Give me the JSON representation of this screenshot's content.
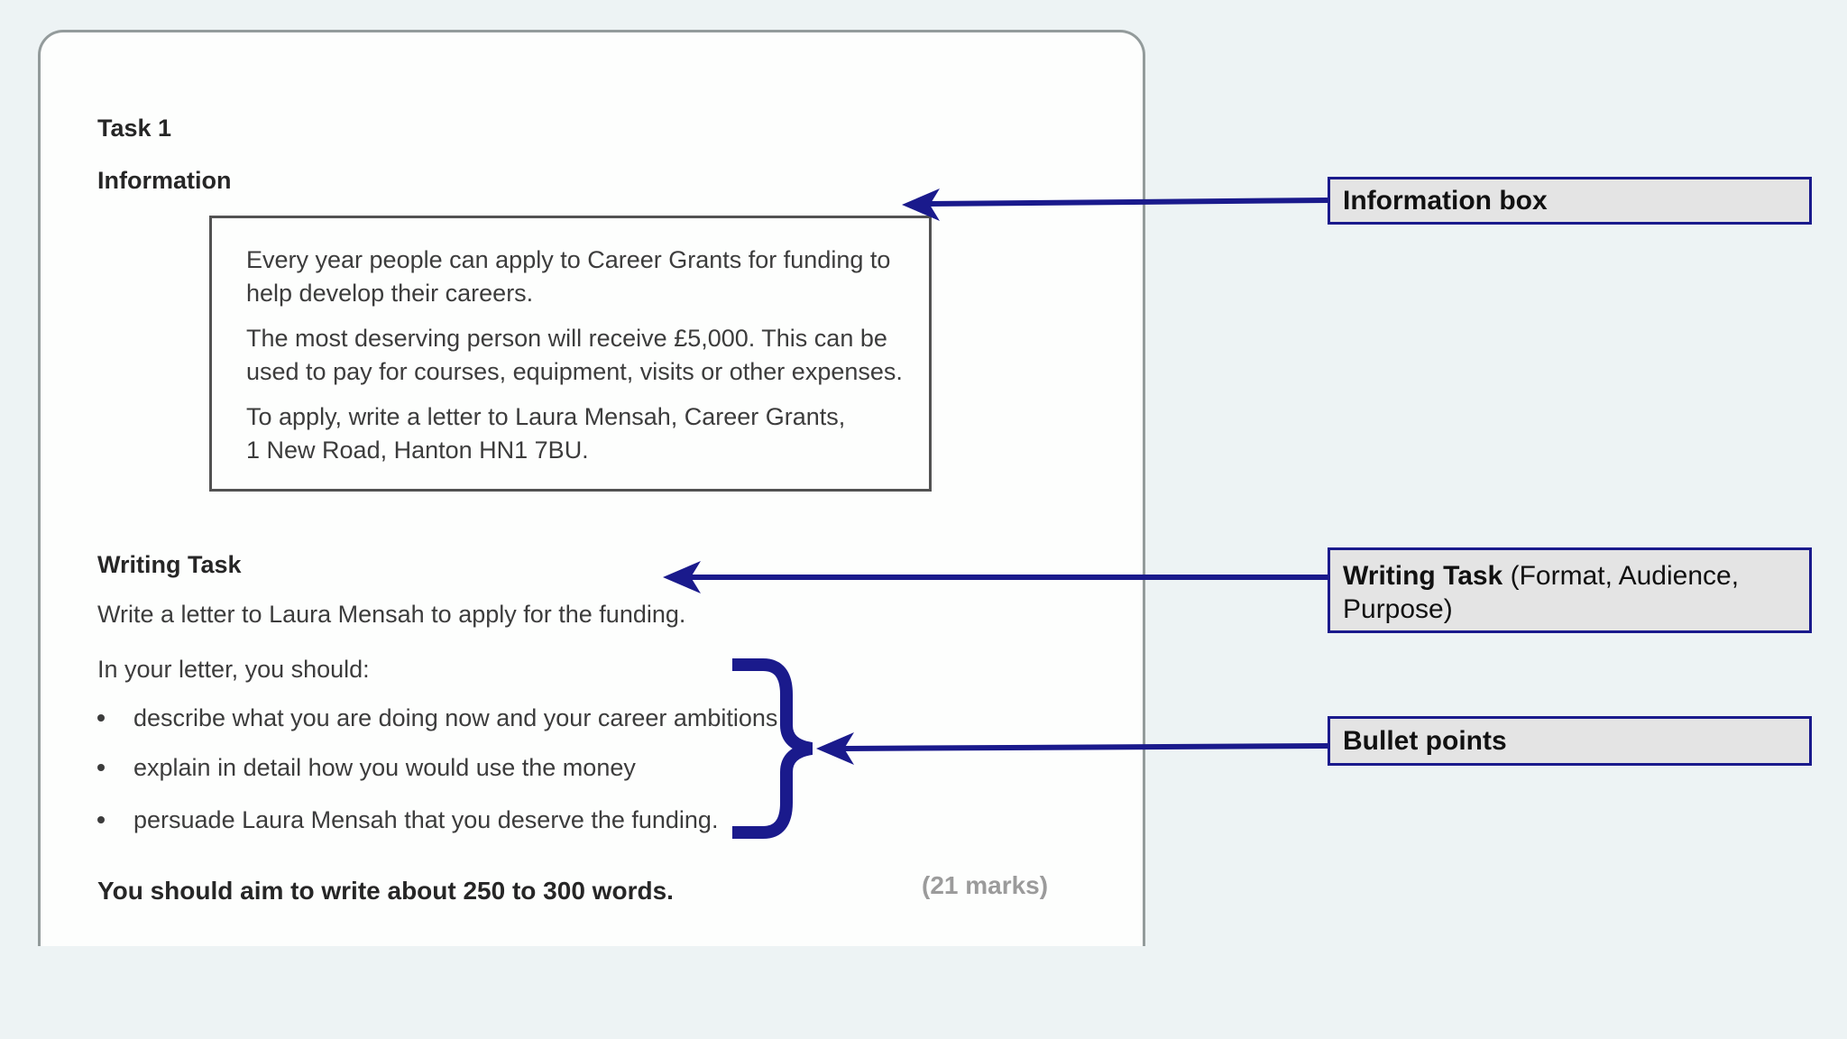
{
  "document": {
    "task_title": "Task 1",
    "information_heading": "Information",
    "info_box": {
      "paragraph_1": "Every year people can apply to Career Grants for funding to\nhelp develop their careers.",
      "paragraph_2": "The most deserving person will receive £5,000. This can be\nused to pay for courses, equipment, visits or other expenses.",
      "paragraph_3": "To apply, write a letter to Laura Mensah, Career Grants,\n1 New Road, Hanton HN1 7BU."
    },
    "writing_task_heading": "Writing Task",
    "task_instruction": "Write a letter to Laura Mensah to apply for the funding.",
    "letter_intro": "In your letter, you should:",
    "bullets": [
      "describe what you are doing now and your career ambitions",
      "explain in detail how you would use the money",
      "persuade Laura Mensah that you deserve the funding."
    ],
    "word_count_note": "You should aim to write about 250 to 300 words.",
    "marks": "(21 marks)"
  },
  "annotations": {
    "info_label": "Information box",
    "writing_label_bold": "Writing Task",
    "writing_label_rest": " (Format, Audience, Purpose)",
    "bullets_label": "Bullet points"
  },
  "colors": {
    "accent_navy": "#1a1a8c",
    "page_background": "#edf3f4",
    "label_background": "#e4e4e4",
    "panel_border": "#939b9b",
    "document_text": "#3c3c3c",
    "marks_text": "#9b9b9b"
  }
}
